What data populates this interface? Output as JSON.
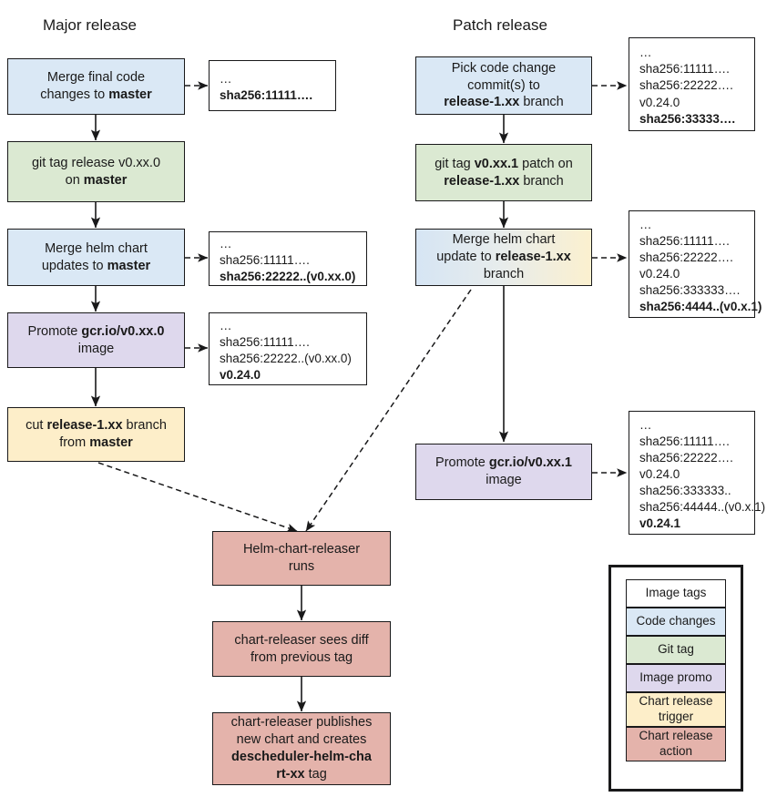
{
  "diagram": {
    "title_major": "Major release",
    "title_patch": "Patch release",
    "colors": {
      "code_changes": "#dae8f5",
      "git_tag": "#dbe9d2",
      "image_promo": "#ded8ed",
      "chart_release_trigger": "#fdeec9",
      "chart_release_action": "#e4b3ab",
      "image_tags": "#ffffff",
      "stroke": "#19191a"
    }
  },
  "major": {
    "nodes": [
      {
        "id": "merge-final-code",
        "html": "Merge final code<br>changes to <b>master</b>",
        "type": "code_changes"
      },
      {
        "id": "git-tag-release",
        "html": "git tag release v0.xx.0<br>on <b>master</b>",
        "type": "git_tag"
      },
      {
        "id": "merge-helm-chart-updates",
        "html": "Merge helm chart<br>updates to <b>master</b>",
        "type": "code_changes"
      },
      {
        "id": "promote-image-major",
        "html": "Promote <b>gcr.io/v0.xx.0</b><br>image",
        "type": "image_promo"
      },
      {
        "id": "cut-release-branch",
        "html": "cut <b>release-1.xx</b> branch<br>from <b>master</b>",
        "type": "chart_release_trigger"
      }
    ],
    "tagboxes": [
      {
        "id": "tags-after-merge-final-code",
        "lines": [
          {
            "text": "…",
            "bold": false
          },
          {
            "text": "sha256:11111….",
            "bold": true
          }
        ]
      },
      {
        "id": "tags-after-helm-chart-updates",
        "lines": [
          {
            "text": "…",
            "bold": false
          },
          {
            "text": "sha256:11111….",
            "bold": false
          },
          {
            "text": "sha256:22222..(v0.xx.0)",
            "bold": true
          }
        ]
      },
      {
        "id": "tags-after-promote-major",
        "lines": [
          {
            "text": "…",
            "bold": false
          },
          {
            "text": "sha256:11111….",
            "bold": false
          },
          {
            "text": "sha256:22222..(v0.xx.0)",
            "bold": false
          },
          {
            "text": "v0.24.0",
            "bold": true
          }
        ]
      }
    ]
  },
  "patch": {
    "nodes": [
      {
        "id": "pick-code-change-commits",
        "html": "Pick code change<br>commit(s) to<br><b>release-1.xx</b> branch",
        "type": "code_changes"
      },
      {
        "id": "git-tag-patch",
        "html": "git tag <b>v0.xx.1</b> patch on<br><b>release-1.xx</b> branch",
        "type": "git_tag"
      },
      {
        "id": "merge-helm-chart-update-release",
        "html": "Merge helm chart<br>update to <b>release-1.xx</b><br>branch",
        "type": "mixed"
      },
      {
        "id": "promote-image-patch",
        "html": "Promote <b>gcr.io/v0.xx.1</b><br>image",
        "type": "image_promo"
      }
    ],
    "tagboxes": [
      {
        "id": "tags-after-pick-commits",
        "lines": [
          {
            "text": "…",
            "bold": false
          },
          {
            "text": "sha256:11111….",
            "bold": false
          },
          {
            "text": "sha256:22222….",
            "bold": false
          },
          {
            "text": "v0.24.0",
            "bold": false
          },
          {
            "text": "sha256:33333….",
            "bold": true
          }
        ]
      },
      {
        "id": "tags-after-helm-chart-update-release",
        "lines": [
          {
            "text": "…",
            "bold": false
          },
          {
            "text": "sha256:11111….",
            "bold": false
          },
          {
            "text": "sha256:22222….",
            "bold": false
          },
          {
            "text": "v0.24.0",
            "bold": false
          },
          {
            "text": "sha256:333333….",
            "bold": false
          },
          {
            "text": "sha256:4444..(v0.x.1)",
            "bold": true
          }
        ]
      },
      {
        "id": "tags-after-promote-patch",
        "lines": [
          {
            "text": "…",
            "bold": false
          },
          {
            "text": "sha256:11111….",
            "bold": false
          },
          {
            "text": "sha256:22222….",
            "bold": false
          },
          {
            "text": "v0.24.0",
            "bold": false
          },
          {
            "text": "sha256:333333..",
            "bold": false
          },
          {
            "text": "sha256:44444..(v0.x.1)",
            "bold": false
          },
          {
            "text": "v0.24.1",
            "bold": true
          }
        ]
      }
    ]
  },
  "releaser": {
    "nodes": [
      {
        "id": "helm-chart-releaser-runs",
        "html": "Helm-chart-releaser<br>runs",
        "type": "chart_release_action"
      },
      {
        "id": "chart-releaser-sees-diff",
        "html": "chart-releaser sees diff<br>from previous tag",
        "type": "chart_release_action"
      },
      {
        "id": "chart-releaser-publishes",
        "html": "chart-releaser publishes<br>new chart and creates<br><b>descheduler-helm-cha</b><br><b>rt-xx</b> tag",
        "type": "chart_release_action"
      }
    ]
  },
  "legend": {
    "items": [
      {
        "label": "Image tags",
        "type": "image_tags"
      },
      {
        "label": "Code changes",
        "type": "code_changes"
      },
      {
        "label": "Git tag",
        "type": "git_tag"
      },
      {
        "label": "Image promo",
        "type": "image_promo"
      },
      {
        "label": "Chart release\ntrigger",
        "type": "chart_release_trigger"
      },
      {
        "label": "Chart release\naction",
        "type": "chart_release_action"
      }
    ]
  }
}
